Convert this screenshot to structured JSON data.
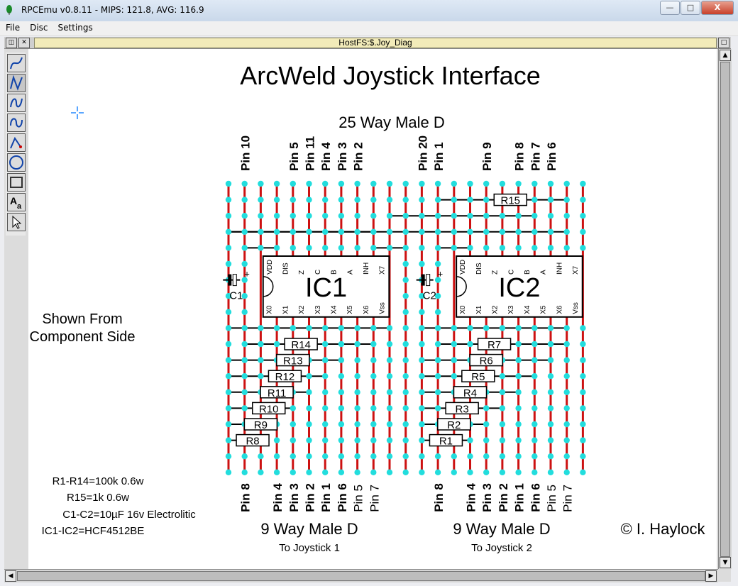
{
  "window": {
    "title": "RPCEmu v0.8.11 - MIPS: 121.8, AVG: 116.9",
    "minimize_label": "—",
    "maximize_label": "□",
    "close_label": "X"
  },
  "menu": [
    "File",
    "Disc",
    "Settings"
  ],
  "risc_window": {
    "title": "HostFS:$.Joy_Diag"
  },
  "diagram": {
    "title": "ArcWeld Joystick Interface",
    "connector_top": "25 Way Male D",
    "note": [
      "Shown From",
      "Component Side"
    ],
    "parts_list": [
      "R1-R14=100k 0.6w",
      "R15=1k 0.6w",
      "C1-C2=10µF 16v Electrolitic",
      "IC1-IC2=HCF4512BE"
    ],
    "joystick1_label": "9 Way Male D",
    "joystick1_sub": "To Joystick 1",
    "joystick2_label": "9 Way Male D",
    "joystick2_sub": "To Joystick 2",
    "copyright": "© I. Haylock",
    "ic1_label": "IC1",
    "ic2_label": "IC2",
    "c1_label": "C1",
    "c2_label": "C2",
    "capacitor_plus": "+",
    "ic_top_pins": [
      "VDD",
      "DIS",
      "Z",
      "C",
      "B",
      "A",
      "INH",
      "X7"
    ],
    "ic_bottom_pins": [
      "X0",
      "X1",
      "X2",
      "X3",
      "X4",
      "X5",
      "X6",
      "Vss"
    ],
    "top_pins": [
      {
        "label": "Pin 10",
        "col": 1
      },
      {
        "label": "Pin 5",
        "col": 4
      },
      {
        "label": "Pin 11",
        "col": 5
      },
      {
        "label": "Pin 4",
        "col": 6
      },
      {
        "label": "Pin 3",
        "col": 7
      },
      {
        "label": "Pin 2",
        "col": 8
      },
      {
        "label": "Pin 20",
        "col": 12
      },
      {
        "label": "Pin 1",
        "col": 13
      },
      {
        "label": "Pin 9",
        "col": 16
      },
      {
        "label": "Pin 8",
        "col": 18
      },
      {
        "label": "Pin 7",
        "col": 19
      },
      {
        "label": "Pin 6",
        "col": 20
      }
    ],
    "bottom_pins": [
      {
        "label": "Pin 8",
        "col": 1,
        "bold": true
      },
      {
        "label": "Pin 4",
        "col": 3,
        "bold": true
      },
      {
        "label": "Pin 3",
        "col": 4,
        "bold": true
      },
      {
        "label": "Pin 2",
        "col": 5,
        "bold": true
      },
      {
        "label": "Pin 1",
        "col": 6,
        "bold": true
      },
      {
        "label": "Pin 6",
        "col": 7,
        "bold": true
      },
      {
        "label": "Pin 5",
        "col": 8,
        "bold": false
      },
      {
        "label": "Pin 7",
        "col": 9,
        "bold": false
      },
      {
        "label": "Pin 8",
        "col": 13,
        "bold": true
      },
      {
        "label": "Pin 4",
        "col": 15,
        "bold": true
      },
      {
        "label": "Pin 3",
        "col": 16,
        "bold": true
      },
      {
        "label": "Pin 2",
        "col": 17,
        "bold": true
      },
      {
        "label": "Pin 1",
        "col": 18,
        "bold": true
      },
      {
        "label": "Pin 6",
        "col": 19,
        "bold": true
      },
      {
        "label": "Pin 5",
        "col": 20,
        "bold": false
      },
      {
        "label": "Pin 7",
        "col": 21,
        "bold": false
      }
    ],
    "resistors": [
      {
        "label": "R15",
        "col": 17.5,
        "row": 1
      },
      {
        "label": "R14",
        "col": 4.5,
        "row": 10
      },
      {
        "label": "R13",
        "col": 4,
        "row": 11
      },
      {
        "label": "R12",
        "col": 3.5,
        "row": 12
      },
      {
        "label": "R11",
        "col": 3,
        "row": 13
      },
      {
        "label": "R10",
        "col": 2.5,
        "row": 14
      },
      {
        "label": "R9",
        "col": 2,
        "row": 15
      },
      {
        "label": "R8",
        "col": 1.5,
        "row": 16
      },
      {
        "label": "R7",
        "col": 16.5,
        "row": 10
      },
      {
        "label": "R6",
        "col": 16,
        "row": 11
      },
      {
        "label": "R5",
        "col": 15.5,
        "row": 12
      },
      {
        "label": "R4",
        "col": 15,
        "row": 13
      },
      {
        "label": "R3",
        "col": 14.5,
        "row": 14
      },
      {
        "label": "R2",
        "col": 14,
        "row": 15
      },
      {
        "label": "R1",
        "col": 13.5,
        "row": 16
      }
    ],
    "colors": {
      "track": "#cc1111",
      "pad": "#22dddd",
      "wire": "#000000"
    }
  }
}
